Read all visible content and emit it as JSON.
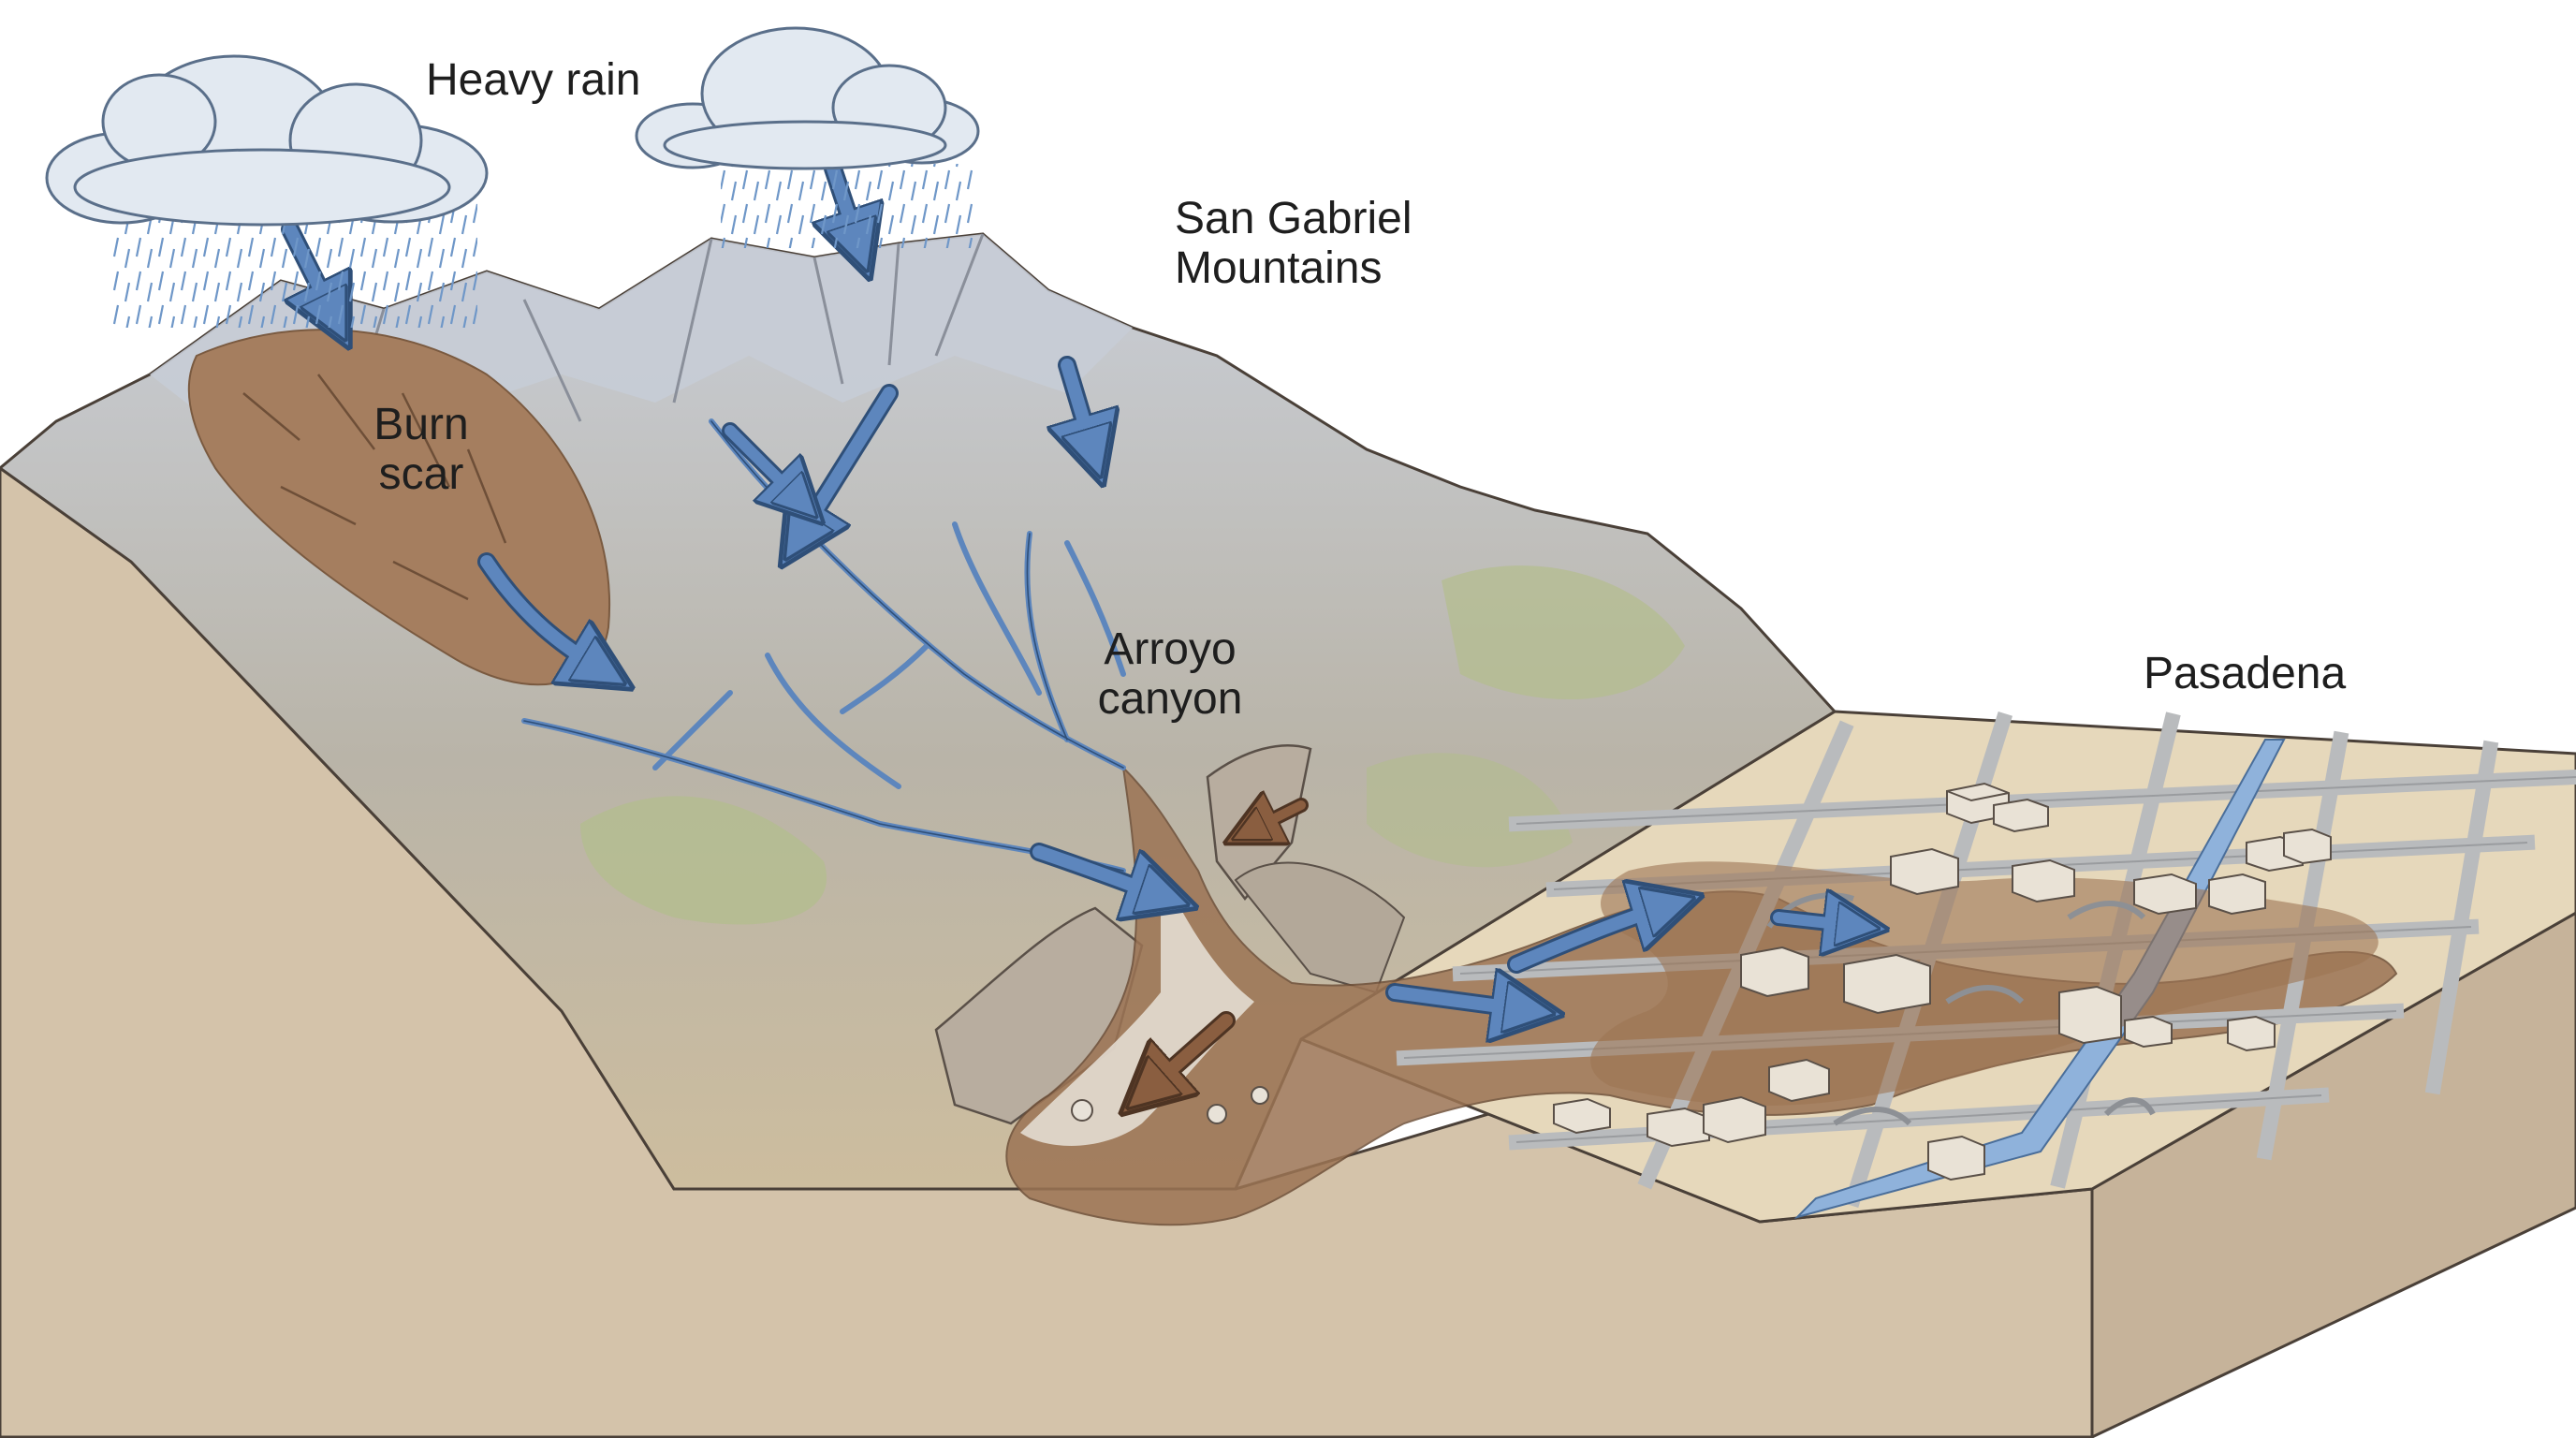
{
  "labels": {
    "heavy_rain": "Heavy rain",
    "mountains_line1": "San Gabriel",
    "mountains_line2": "Mountains",
    "burn_line1": "Burn",
    "burn_line2": "scar",
    "arroyo_line1": "Arroyo",
    "arroyo_line2": "canyon",
    "city": "Pasadena"
  },
  "colors": {
    "block_side": "#d8c9b3",
    "block_front": "#c6b39a",
    "terrain": "#cdbd9e",
    "snow_rock": "#aab0bb",
    "vegetation": "#b3bd8d",
    "burn_scar": "#a57e5f",
    "mud": "#9c7454",
    "water": "#6f97c8",
    "road": "#b9bbbd",
    "city_ground": "#e6d8bb",
    "cloud": "#e2e9f1"
  },
  "icons": [
    "cloud-icon",
    "rain-icon",
    "flow-arrow-icon",
    "building-icon",
    "bridge-icon"
  ]
}
